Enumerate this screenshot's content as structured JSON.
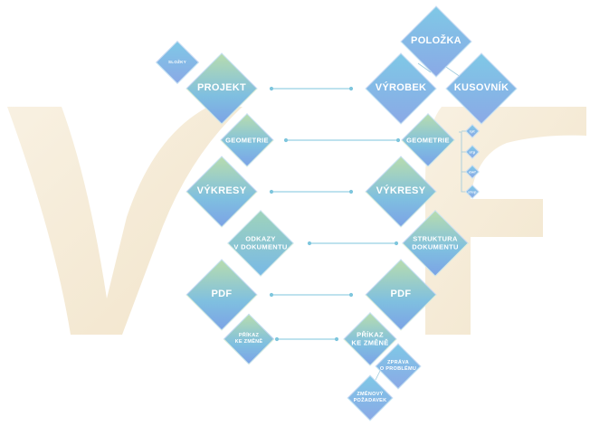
{
  "brand": {
    "logo_letters": [
      "V",
      "F"
    ],
    "logo_color": "#f3e6cf"
  },
  "colors": {
    "connector": "#7ec6dd",
    "node_text": "#ffffff"
  },
  "nodes": {
    "slozky": "SLOŽKY",
    "projekt": "PROJEKT",
    "geometrie_left": "GEOMETRIE",
    "vykresy_left": "VÝKRESY",
    "odkazy": "ODKAZY\nV DOKUMENTU",
    "pdf_left": "PDF",
    "prikaz_left": "PŘÍKAZ\nKE ZMĚNĚ",
    "polozka": "POLOŽKA",
    "vyrobek": "VÝROBEK",
    "kusovnik": "KUSOVNÍK",
    "geometrie_right": "GEOMETRIE",
    "ipt": "ipt",
    "stp": "stp",
    "dwf": "dwf",
    "step": "step",
    "vykresy_right": "VÝKRESY",
    "struktura": "STRUKTURA\nDOKUMENTU",
    "pdf_right": "PDF",
    "prikaz_right": "PŘÍKAZ\nKE ZMĚNĚ",
    "zprava": "ZPRÁVA\nO PROBLÉMU",
    "zmenovy": "ZMĚNOVÝ\nPOŽADAVEK"
  }
}
